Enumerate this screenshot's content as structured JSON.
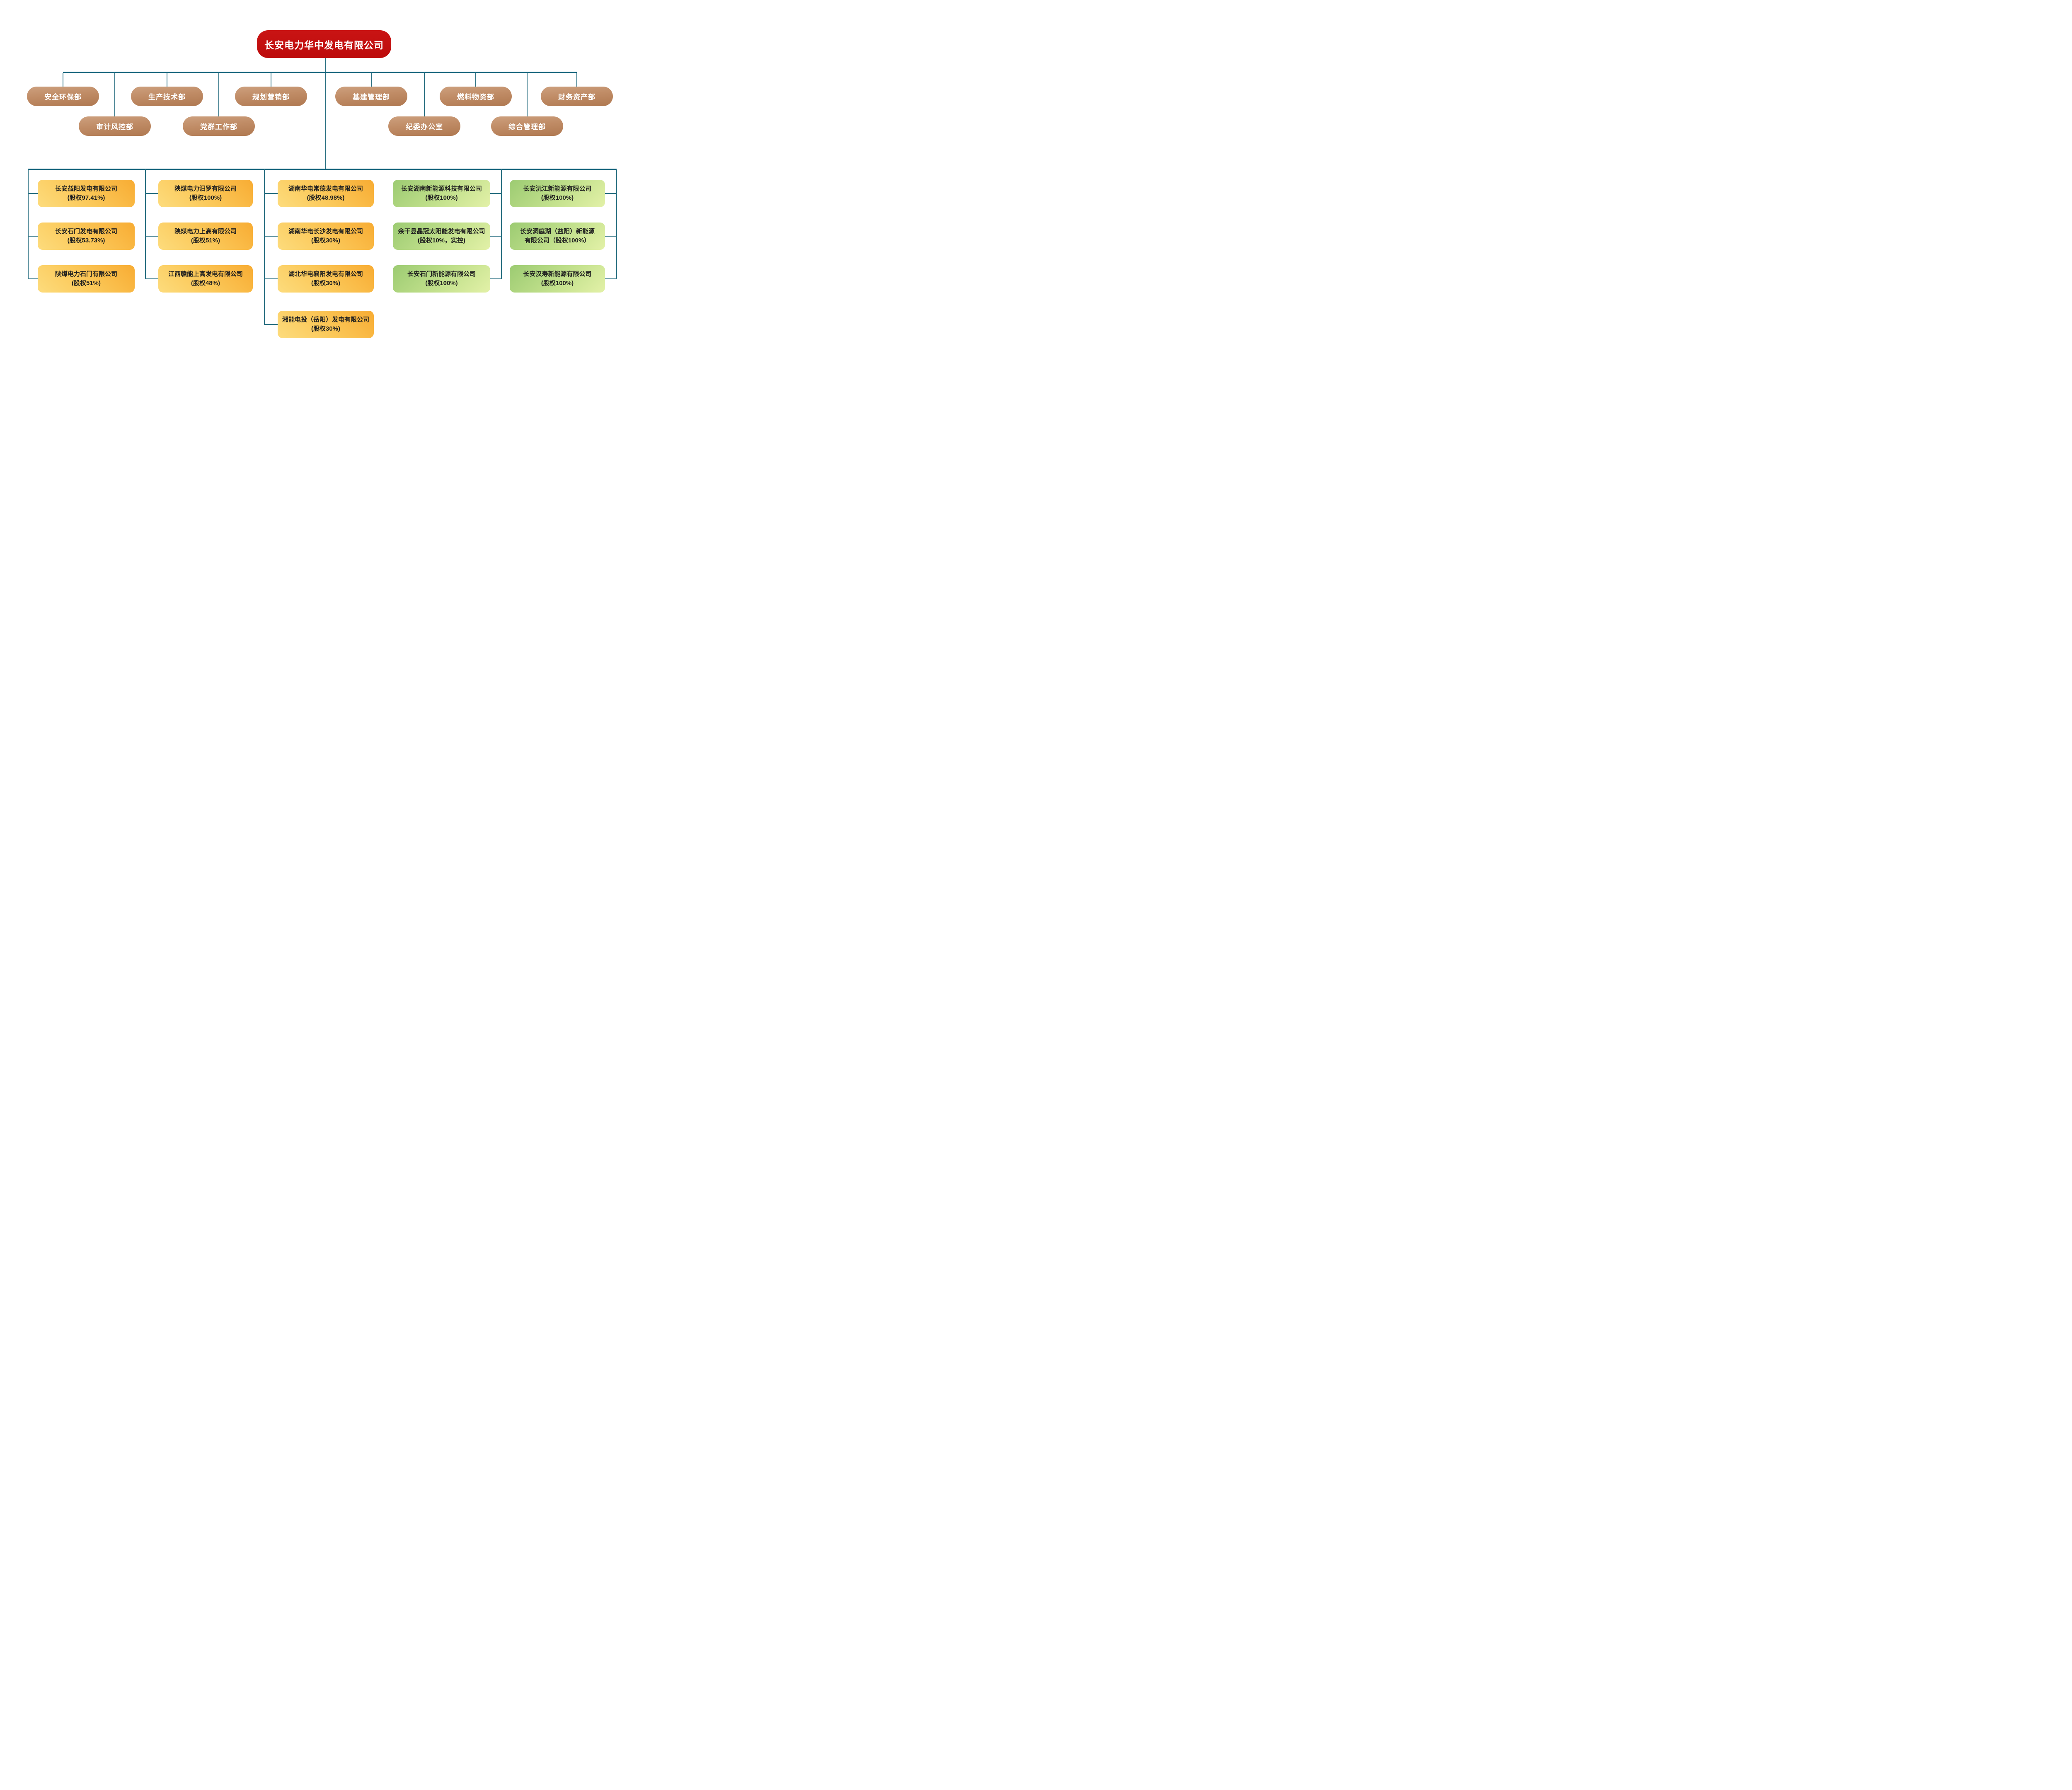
{
  "root": {
    "label": "长安电力华中发电有限公司"
  },
  "departments": {
    "row1": [
      "安全环保部",
      "生产技术部",
      "规划营销部",
      "基建管理部",
      "燃料物资部",
      "财务资产部"
    ],
    "row2": [
      "审计风控部",
      "党群工作部",
      "纪委办公室",
      "综合管理部"
    ]
  },
  "subsidiary_columns": [
    {
      "theme": "orange",
      "items": [
        {
          "line1": "长安益阳发电有限公司",
          "line2": "(股权97.41%)"
        },
        {
          "line1": "长安石门发电有限公司",
          "line2": "(股权53.73%)"
        },
        {
          "line1": "陕煤电力石门有限公司",
          "line2": "(股权51%)"
        }
      ]
    },
    {
      "theme": "orange",
      "items": [
        {
          "line1": "陕煤电力汨罗有限公司",
          "line2": "(股权100%)"
        },
        {
          "line1": "陕煤电力上高有限公司",
          "line2": "(股权51%)"
        },
        {
          "line1": "江西赣能上高发电有限公司",
          "line2": "(股权48%)"
        }
      ]
    },
    {
      "theme": "orange",
      "items": [
        {
          "line1": "湖南华电常德发电有限公司",
          "line2": "(股权48.98%)"
        },
        {
          "line1": "湖南华电长沙发电有限公司",
          "line2": "(股权30%)"
        },
        {
          "line1": "湖北华电襄阳发电有限公司",
          "line2": "(股权30%)"
        },
        {
          "line1": "湘能电投（岳阳）发电有限公司",
          "line2": "(股权30%)"
        }
      ]
    },
    {
      "theme": "green",
      "items": [
        {
          "line1": "长安湖南新能源科技有限公司",
          "line2": "(股权100%)"
        },
        {
          "line1": "余干县晶冠太阳能发电有限公司",
          "line2": "(股权10%，实控)"
        },
        {
          "line1": "长安石门新能源有限公司",
          "line2": "(股权100%)"
        }
      ]
    },
    {
      "theme": "green",
      "items": [
        {
          "line1": "长安沅江新能源有限公司",
          "line2": "(股权100%)"
        },
        {
          "line1": "长安洞庭湖（益阳）新能源",
          "line2": "有限公司（股权100%）"
        },
        {
          "line1": "长安汉寿新能源有限公司",
          "line2": "(股权100%)"
        }
      ]
    }
  ],
  "colors": {
    "root_bg": "#C31212",
    "dept_pill_top": "#CDA07E",
    "dept_pill_bottom": "#AF7850",
    "orange_light": "#FDDC7D",
    "orange_dark": "#F8AC33",
    "green_dark": "#9CCB72",
    "green_light": "#E3F1A8",
    "connector": "#15647C",
    "node_text": "#1F1F1F",
    "inverse_text": "#FFFFFF"
  }
}
